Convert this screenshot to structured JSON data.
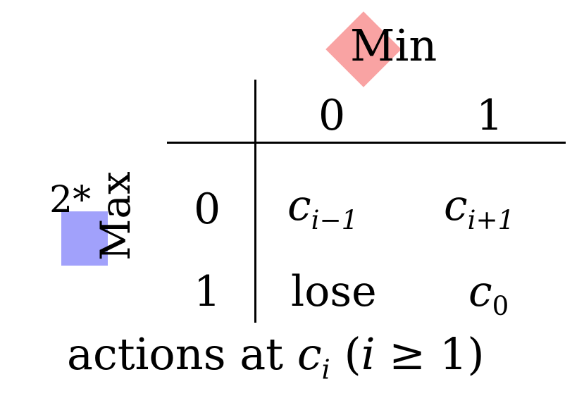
{
  "game_matrix": {
    "col_player": "Min",
    "row_player": "Max",
    "row_player_prefix": "2*",
    "col_actions": [
      "0",
      "1"
    ],
    "row_actions": [
      "0",
      "1"
    ],
    "cells": {
      "r0c0": {
        "base": "c",
        "sub": "i−1"
      },
      "r0c1": {
        "base": "c",
        "sub": "i+1"
      },
      "r1c0": {
        "text": "lose"
      },
      "r1c1": {
        "base": "c",
        "sub": "0"
      }
    },
    "caption": {
      "prefix": "actions at ",
      "var": "c",
      "var_sub": "i",
      "open": " (",
      "cond_var": "i",
      "cond_rest": " ≥ 1)"
    }
  },
  "colors": {
    "min_marker": "#f9a3a3",
    "max_marker": "#a1a1fb"
  }
}
